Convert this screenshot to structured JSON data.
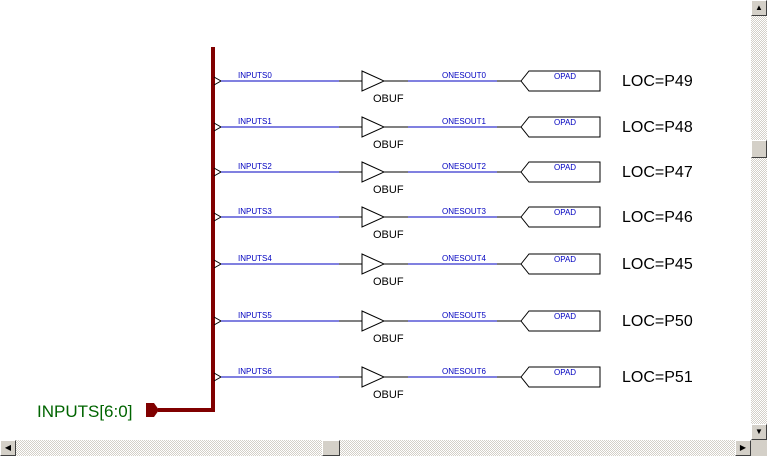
{
  "bus": {
    "label": "INPUTS[6:0]",
    "color": "#006400",
    "bus_color": "#800000"
  },
  "wire_color": "#0000c0",
  "rows": [
    {
      "input": "INPUTS0",
      "buffer": "OBUF",
      "output": "ONESOUT0",
      "pad": "OPAD",
      "loc": "LOC=P49"
    },
    {
      "input": "INPUTS1",
      "buffer": "OBUF",
      "output": "ONESOUT1",
      "pad": "OPAD",
      "loc": "LOC=P48"
    },
    {
      "input": "INPUTS2",
      "buffer": "OBUF",
      "output": "ONESOUT2",
      "pad": "OPAD",
      "loc": "LOC=P47"
    },
    {
      "input": "INPUTS3",
      "buffer": "OBUF",
      "output": "ONESOUT3",
      "pad": "OPAD",
      "loc": "LOC=P46"
    },
    {
      "input": "INPUTS4",
      "buffer": "OBUF",
      "output": "ONESOUT4",
      "pad": "OPAD",
      "loc": "LOC=P45"
    },
    {
      "input": "INPUTS5",
      "buffer": "OBUF",
      "output": "ONESOUT5",
      "pad": "OPAD",
      "loc": "LOC=P50"
    },
    {
      "input": "INPUTS6",
      "buffer": "OBUF",
      "output": "ONESOUT6",
      "pad": "OPAD",
      "loc": "LOC=P51"
    }
  ],
  "scrollbars": {
    "up_icon": "arrow-up-icon",
    "down_icon": "arrow-down-icon",
    "left_icon": "arrow-left-icon",
    "right_icon": "arrow-right-icon",
    "up_glyph": "▲",
    "down_glyph": "▼",
    "left_glyph": "◀",
    "right_glyph": "▶"
  }
}
